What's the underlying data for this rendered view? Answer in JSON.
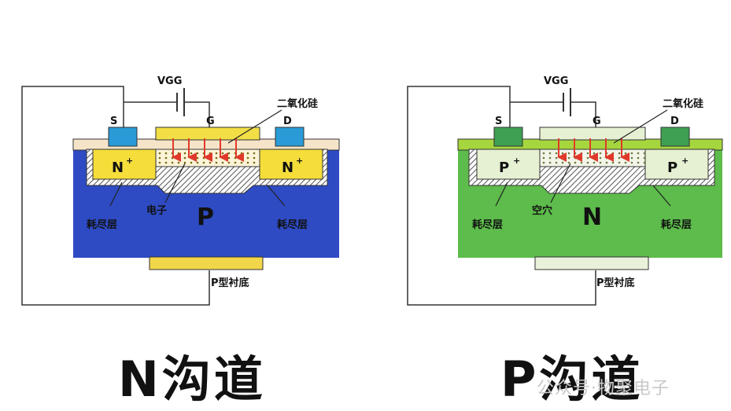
{
  "colors": {
    "n_substrate": "#2e4bc4",
    "n_well": "#f5dd3a",
    "n_oxide_gate": "#f2de45",
    "p_substrate": "#5dbc4b",
    "p_well": "#e6f0d2",
    "p_oxide_band": "#a6d63e",
    "terminal_blue": "#2a9bd6",
    "terminal_green": "#3f9f52",
    "arrow_red": "#e0392b"
  },
  "left": {
    "vgg": "VGG",
    "s": "S",
    "g": "G",
    "d": "D",
    "oxide": "二氧化硅",
    "well_left": "N",
    "well_right": "N",
    "sup": "+",
    "carrier": "电子",
    "depletion_left": "耗尽层",
    "depletion_right": "耗尽层",
    "body": "P",
    "substrate": "P型衬底",
    "title": "N沟道"
  },
  "right": {
    "vgg": "VGG",
    "s": "S",
    "g": "G",
    "d": "D",
    "oxide": "二氧化硅",
    "well_left": "P",
    "well_right": "P",
    "sup": "+",
    "carrier": "空穴",
    "depletion_left": "耗尽层",
    "depletion_right": "耗尽层",
    "body": "N",
    "substrate": "P型衬底",
    "title": "P沟道"
  },
  "watermark": "公众号·物聚电子"
}
